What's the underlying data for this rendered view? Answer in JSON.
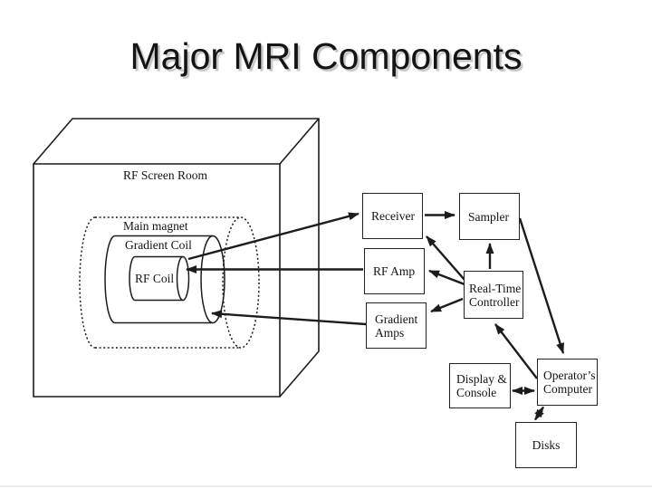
{
  "title": "Major MRI Components",
  "colors": {
    "background": "#ffffff",
    "line": "#1c1c1c",
    "box_border": "#222222",
    "text": "#141414",
    "title_shadow": "#c6c6c6",
    "bottom_rule": "#f2e9e9"
  },
  "diagram": {
    "scanner": {
      "room_label": "RF Screen Room",
      "main_magnet_label": "Main magnet",
      "gradient_coil_label": "Gradient Coil",
      "rf_coil_label": "RF Coil"
    },
    "boxes": [
      {
        "id": "receiver",
        "label": "Receiver"
      },
      {
        "id": "sampler",
        "label": "Sampler"
      },
      {
        "id": "rf-amp",
        "label": "RF Amp"
      },
      {
        "id": "real-time-controller",
        "label": "Real-Time\nController"
      },
      {
        "id": "gradient-amps",
        "label": "Gradient\nAmps"
      },
      {
        "id": "display-console",
        "label": "Display &\nConsole"
      },
      {
        "id": "operators-computer",
        "label": "Operator’s\nComputer"
      },
      {
        "id": "disks",
        "label": "Disks"
      }
    ],
    "connections": [
      {
        "from": "RF Coil",
        "to": "Receiver",
        "bidirectional": false
      },
      {
        "from": "RF Amp",
        "to": "RF Coil",
        "bidirectional": false
      },
      {
        "from": "Gradient Amps",
        "to": "Gradient Coil",
        "bidirectional": false
      },
      {
        "from": "Receiver",
        "to": "Sampler",
        "bidirectional": false
      },
      {
        "from": "Real-Time Controller",
        "to": "Sampler",
        "bidirectional": false
      },
      {
        "from": "Real-Time Controller",
        "to": "Receiver",
        "bidirectional": false
      },
      {
        "from": "Real-Time Controller",
        "to": "RF Amp",
        "bidirectional": false
      },
      {
        "from": "Real-Time Controller",
        "to": "Gradient Amps",
        "bidirectional": false
      },
      {
        "from": "Sampler",
        "to": "Operator’s Computer",
        "bidirectional": false
      },
      {
        "from": "Operator’s Computer",
        "to": "Real-Time Controller",
        "bidirectional": false
      },
      {
        "from": "Display & Console",
        "to": "Operator’s Computer",
        "bidirectional": true
      },
      {
        "from": "Operator’s Computer",
        "to": "Disks",
        "bidirectional": true
      }
    ]
  }
}
